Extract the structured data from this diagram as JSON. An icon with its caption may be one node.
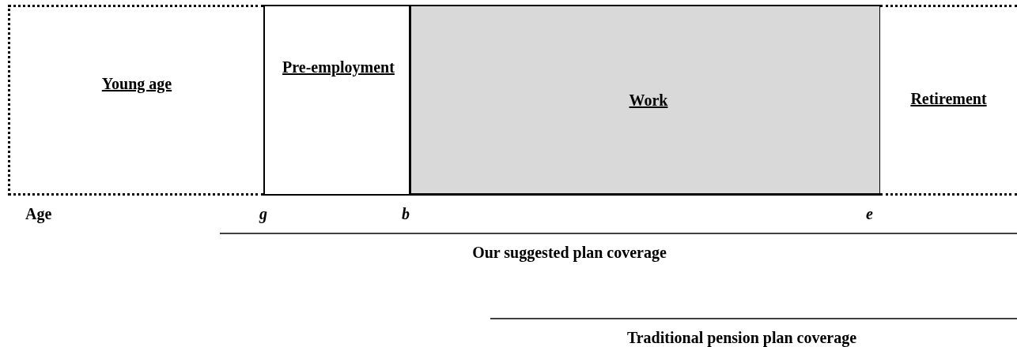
{
  "diagram": {
    "nodes": [
      {
        "text": [
          "Young age"
        ]
      },
      {
        "text": [
          "Pre-employment"
        ]
      },
      {
        "text": [
          "Work"
        ]
      },
      {
        "text": [
          "Retirement"
        ]
      }
    ],
    "labels": [
      "Age",
      "g",
      "b",
      "e",
      "Our suggested plan coverage",
      "Traditional pension plan coverage"
    ]
  }
}
